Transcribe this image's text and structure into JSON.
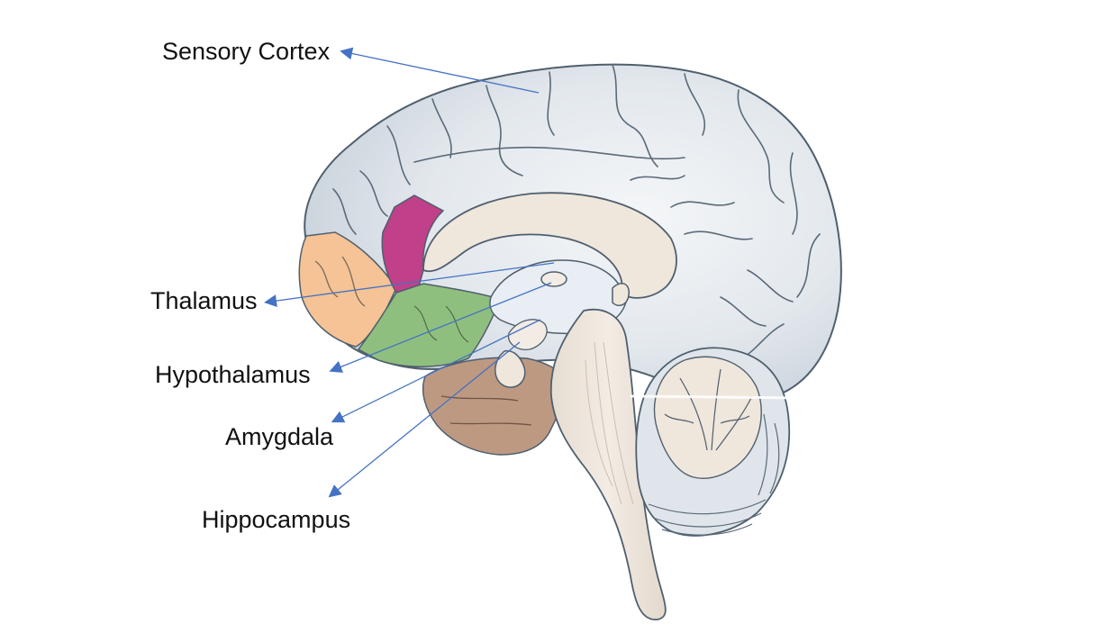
{
  "labels": {
    "sensory_cortex": "Sensory Cortex",
    "thalamus": "Thalamus",
    "hypothalamus": "Hypothalamus",
    "amygdala": "Amygdala",
    "hippocampus": "Hippocampus"
  },
  "colors": {
    "cortex": "#dfe5ea",
    "cortex_outline": "#4f5f6e",
    "inner_structures": "#efe6dc",
    "magenta_region": "#c0408a",
    "orange_region": "#f5c395",
    "green_region": "#8fbf7e",
    "brown_region": "#be9982",
    "pointer_line": "#4472c4"
  }
}
